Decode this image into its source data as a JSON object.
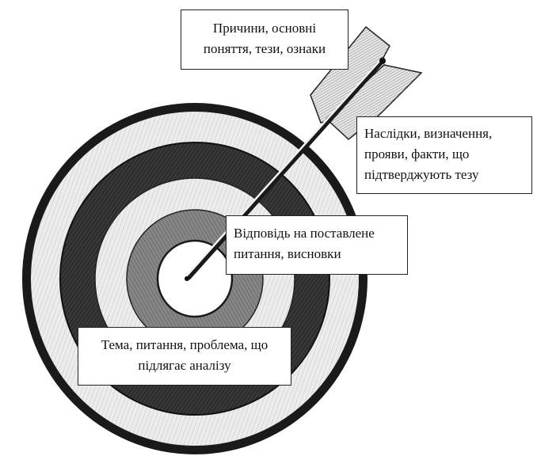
{
  "labels": {
    "causes": {
      "line1": "Причини, основні",
      "line2": "поняття, тези, ознаки"
    },
    "consequences": {
      "line1": "Наслідки, визначення,",
      "line2": "прояви, факти, що",
      "line3": "підтверджують тезу"
    },
    "answer": {
      "line1": "Відповідь на поставлене",
      "line2": "питання, висновки"
    },
    "topic": {
      "line1": "Тема, питання, проблема, що",
      "line2": "підлягає аналізу"
    }
  },
  "colors": {
    "ink": "#111111",
    "dark_ring": "#3a3a3a",
    "mid_ring": "#8a8a8a",
    "light_ring": "#d8d8d8",
    "paper": "#ffffff"
  },
  "icons": [
    "target-icon",
    "arrow-icon"
  ]
}
